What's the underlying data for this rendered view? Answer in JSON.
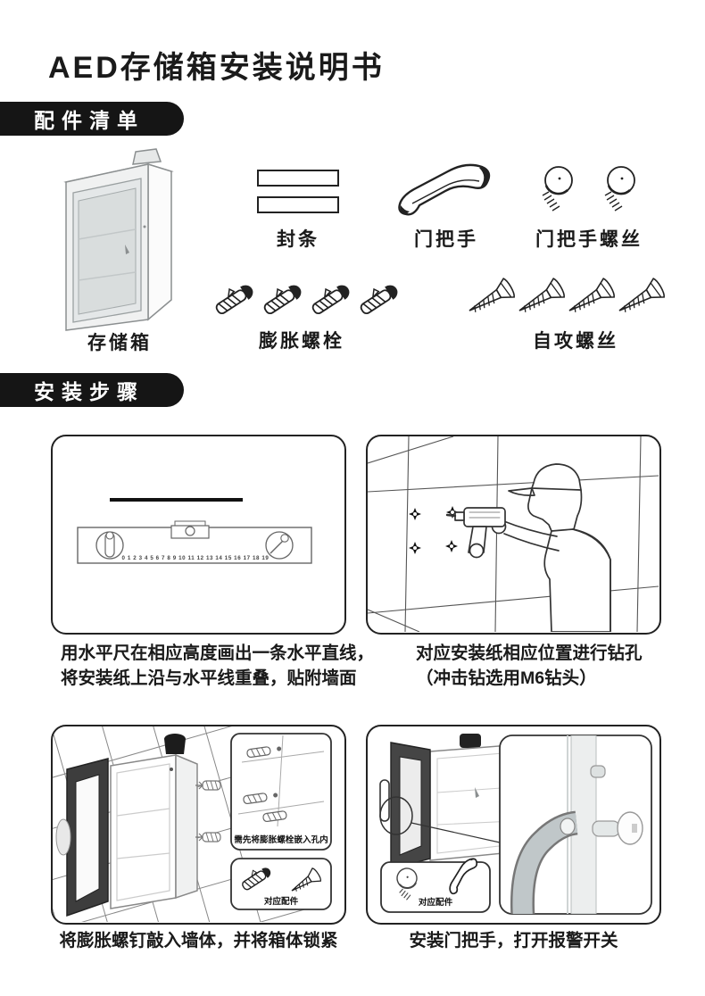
{
  "page": {
    "title": "AED存储箱安装说明书"
  },
  "colors": {
    "ink": "#1a1a1a",
    "badge_bg": "#151515",
    "badge_text": "#ffffff",
    "line_art": "#333333"
  },
  "sections": {
    "parts_badge": "配件清单",
    "steps_badge": "安装步骤"
  },
  "parts": {
    "storage_box": "存储箱",
    "seal_strip": "封条",
    "door_handle": "门把手",
    "door_handle_screws": "门把手螺丝",
    "expansion_bolts": "膨胀螺栓",
    "self_tapping_screws": "自攻螺丝"
  },
  "steps": {
    "step1": {
      "caption_lines": [
        "用水平尺在相应高度画出一条水平直线，",
        "将安装纸上沿与水平线重叠，贴附墙面"
      ],
      "ruler_numbers": "0 1 2 3 4 5 6 7 8 9 10 11 12 13 14 15 16 17 18 19"
    },
    "step2": {
      "caption_lines": [
        "对应安装纸相应位置进行钻孔",
        "（冲击钻选用M6钻头）"
      ]
    },
    "step3": {
      "caption": "将膨胀螺钉敲入墙体，并将箱体锁紧",
      "inset_note": "需先将膨胀螺栓嵌入孔内",
      "inset_parts_label": "对应配件"
    },
    "step4": {
      "caption": "安装门把手，打开报警开关",
      "inset_parts_label": "对应配件"
    }
  }
}
